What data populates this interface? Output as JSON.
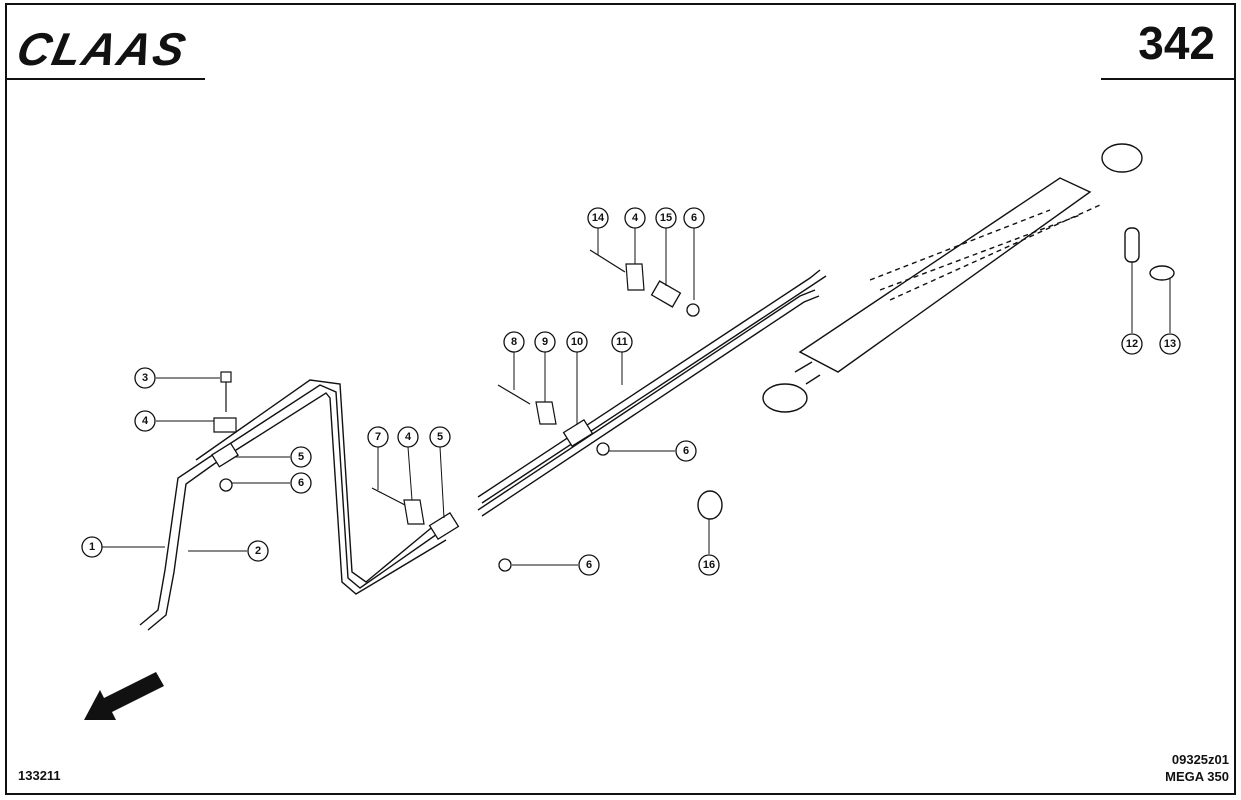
{
  "header": {
    "brand": "CLAAS",
    "page_number": "342"
  },
  "footer": {
    "reference_left": "133211",
    "drawing_code": "09325z01",
    "model": "MEGA 350"
  },
  "callouts": [
    {
      "id": "c1",
      "label": "1"
    },
    {
      "id": "c2",
      "label": "2"
    },
    {
      "id": "c3",
      "label": "3"
    },
    {
      "id": "c4a",
      "label": "4"
    },
    {
      "id": "c5a",
      "label": "5"
    },
    {
      "id": "c6a",
      "label": "6"
    },
    {
      "id": "c7",
      "label": "7"
    },
    {
      "id": "c4b",
      "label": "4"
    },
    {
      "id": "c5b",
      "label": "5"
    },
    {
      "id": "c6b",
      "label": "6"
    },
    {
      "id": "c8",
      "label": "8"
    },
    {
      "id": "c9",
      "label": "9"
    },
    {
      "id": "c10",
      "label": "10"
    },
    {
      "id": "c11",
      "label": "11"
    },
    {
      "id": "c6c",
      "label": "6"
    },
    {
      "id": "c14",
      "label": "14"
    },
    {
      "id": "c4c",
      "label": "4"
    },
    {
      "id": "c15",
      "label": "15"
    },
    {
      "id": "c6d",
      "label": "6"
    },
    {
      "id": "c12",
      "label": "12"
    },
    {
      "id": "c13",
      "label": "13"
    },
    {
      "id": "c16",
      "label": "16"
    }
  ]
}
